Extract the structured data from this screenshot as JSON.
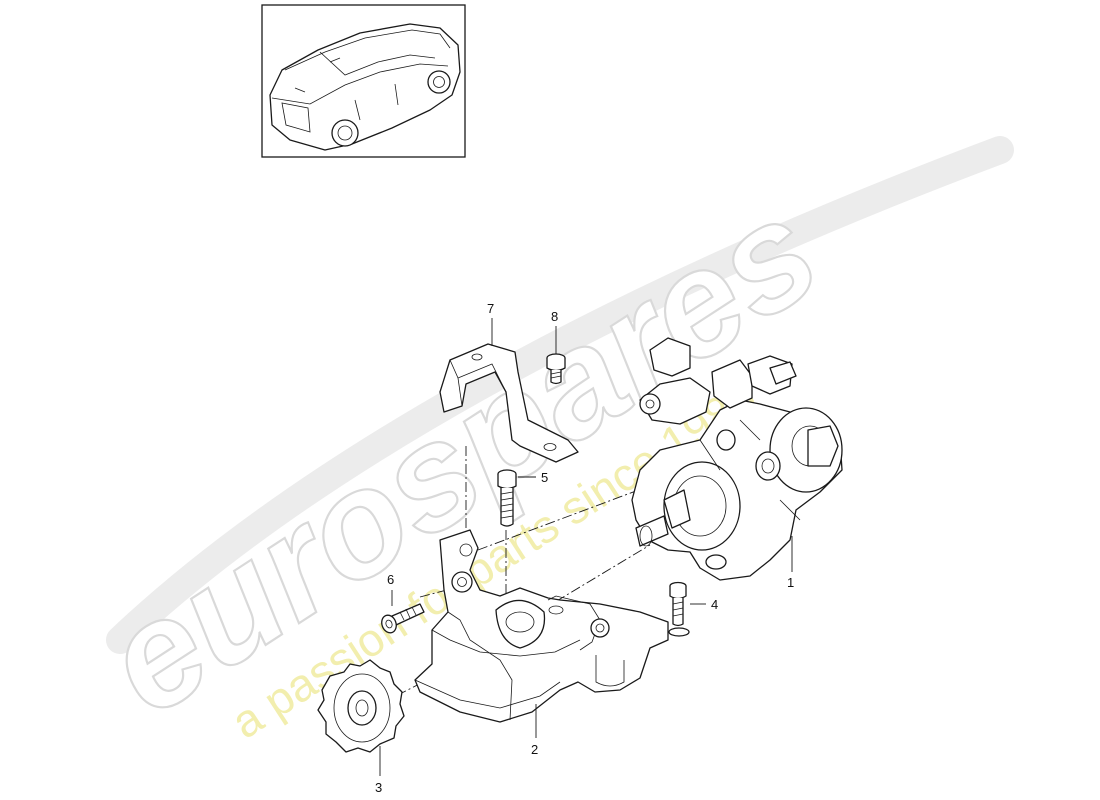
{
  "thumbnail": {
    "icon": "car-suv-icon"
  },
  "watermark": {
    "brand": "eurospares",
    "tagline": "a passion for parts since 1985"
  },
  "callouts": [
    {
      "id": "1",
      "label": "1"
    },
    {
      "id": "2",
      "label": "2"
    },
    {
      "id": "3",
      "label": "3"
    },
    {
      "id": "4",
      "label": "4"
    },
    {
      "id": "5",
      "label": "5"
    },
    {
      "id": "6",
      "label": "6"
    },
    {
      "id": "7",
      "label": "7"
    },
    {
      "id": "8",
      "label": "8"
    }
  ]
}
